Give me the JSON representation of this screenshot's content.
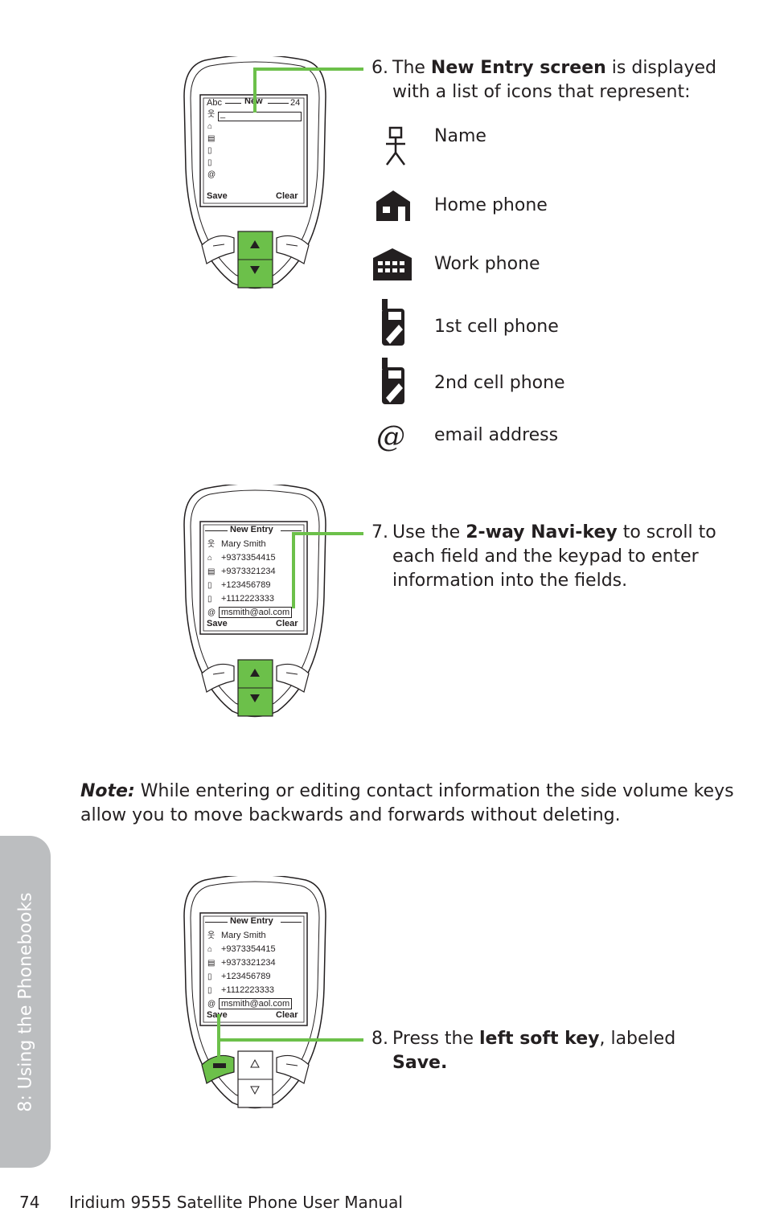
{
  "step6": {
    "number": "6.",
    "pre": "The ",
    "bold": "New Entry screen",
    "post": " is displayed",
    "line2": "with a list of icons that represent:"
  },
  "legend": [
    {
      "icon": "person-icon",
      "label": "Name"
    },
    {
      "icon": "home-icon",
      "label": "Home phone"
    },
    {
      "icon": "office-building-icon",
      "label": "Work phone"
    },
    {
      "icon": "cell-phone-icon",
      "label": "1st cell phone"
    },
    {
      "icon": "cell-phone-icon",
      "label": "2nd cell phone"
    },
    {
      "icon": "at-sign-icon",
      "label": "email address"
    }
  ],
  "step7": {
    "number": "7.",
    "pre": "Use the ",
    "bold": "2-way Navi-key",
    "post": " to scroll to",
    "line2": "each field and the keypad to enter",
    "line3": "information into the fields."
  },
  "step8": {
    "number": "8.",
    "pre": "Press the ",
    "bold": "left soft key",
    "post": ", labeled",
    "line2_bold": "Save."
  },
  "note": {
    "label": "Note:",
    "line1": " While entering or editing contact information the side volume keys",
    "line2": "allow you to move backwards and forwards without deleting."
  },
  "phone1": {
    "mode": "Abc",
    "title": "New",
    "count": "24",
    "cursor": "_",
    "left_soft": "Save",
    "right_soft": "Clear"
  },
  "phone2": {
    "title": "New Entry",
    "name": "Mary Smith",
    "home": "+9373354415",
    "work": "+9373321234",
    "cell1": "+123456789",
    "cell2": "+1112223333",
    "email": "msmith@aol.com",
    "left_soft": "Save",
    "right_soft": "Clear"
  },
  "phone3": {
    "title": "New Entry",
    "name": "Mary Smith",
    "home": "+9373354415",
    "work": "+9373321234",
    "cell1": "+123456789",
    "cell2": "+1112223333",
    "email": "msmith@aol.com",
    "left_soft": "Save",
    "right_soft": "Clear"
  },
  "sidebar": {
    "label": "8: Using the Phonebooks"
  },
  "footer": {
    "page": "74",
    "title": "Iridium 9555 Satellite Phone User Manual"
  },
  "colors": {
    "accent": "#6cc04a",
    "accent_dark": "#3a7d1f",
    "sidebar": "#bcbec0"
  }
}
